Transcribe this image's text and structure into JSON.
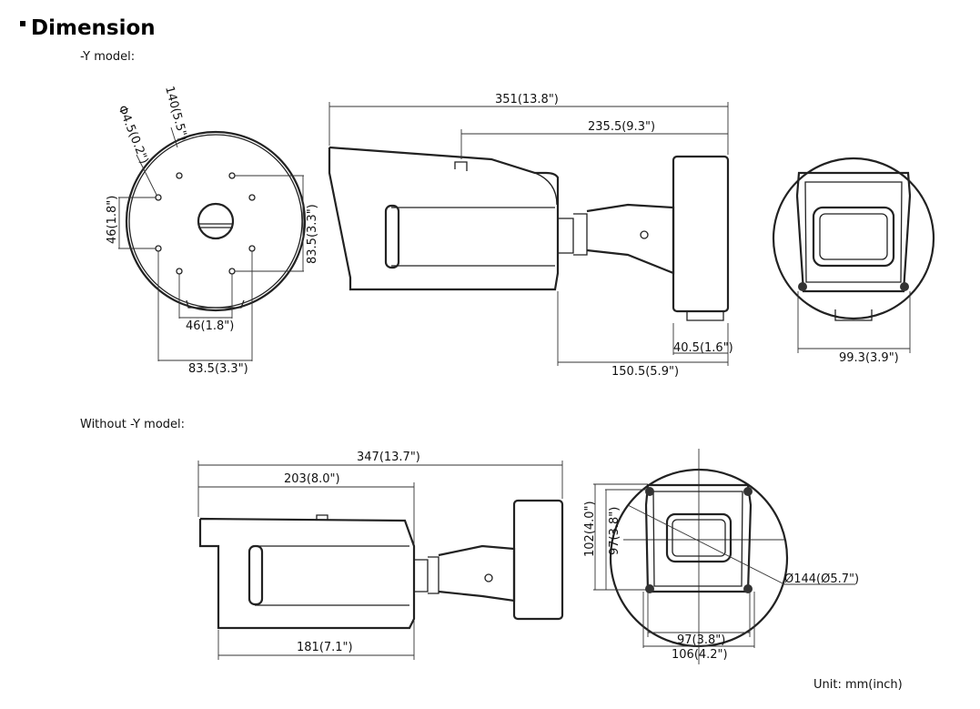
{
  "title": "Dimension",
  "sections": {
    "y_model": {
      "label": "-Y model:",
      "mount_view": {
        "diameter": "140(5.5\")",
        "hole": "Φ4.5(0.2\")",
        "hole_spacing_v_small": "46(1.8\")",
        "hole_spacing_v_large": "83.5(3.3\")",
        "hole_spacing_h_small": "46(1.8\")",
        "hole_spacing_h_large": "83.5(3.3\")"
      },
      "side_view": {
        "total_length": "351(13.8\")",
        "bracket_length": "235.5(9.3\")",
        "base_depth": "40.5(1.6\")",
        "arm_length": "150.5(5.9\")"
      },
      "front_view": {
        "width": "99.3(3.9\")"
      }
    },
    "non_y_model": {
      "label": "Without -Y model:",
      "side_view": {
        "total_length": "347(13.7\")",
        "body_length": "203(8.0\")",
        "bottom_length": "181(7.1\")"
      },
      "front_view": {
        "height_outer": "102(4.0\")",
        "height_inner": "97(3.8\")",
        "diameter": "Ø144(Ø5.7\")",
        "width_inner": "97(3.8\")",
        "width_outer": "106(4.2\")"
      }
    }
  },
  "unit": "Unit: mm(inch)"
}
